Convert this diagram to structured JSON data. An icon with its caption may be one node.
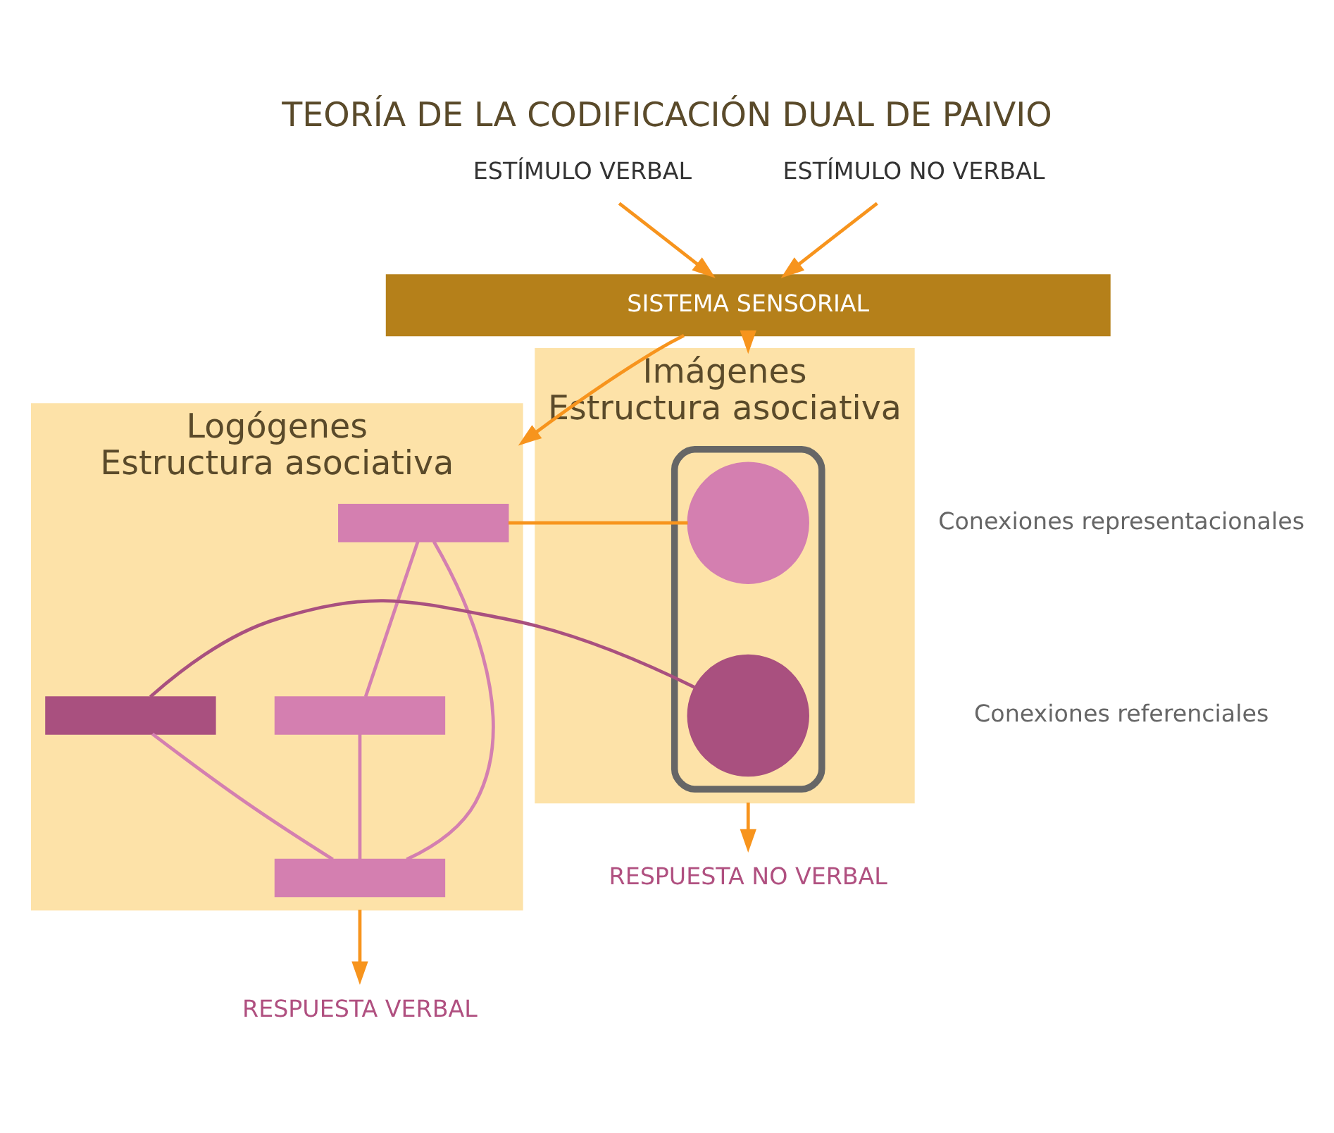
{
  "diagram": {
    "title": "TEORÍA DE LA CODIFICACIÓN DUAL DE PAIVIO",
    "nodes": [
      {
        "text": [
          "ESTÍMULO VERBAL"
        ]
      },
      {
        "text": [
          "ESTÍMULO NO VERBAL"
        ]
      },
      {
        "text": [
          "SISTEMA SENSORIAL"
        ]
      },
      {
        "text": [
          "Logógenes",
          "Estructura asociativa"
        ]
      },
      {
        "text": [],
        "shape": "box",
        "in": 3
      },
      {
        "text": [],
        "shape": "box",
        "in": 3
      },
      {
        "text": [],
        "shape": "box",
        "in": 3
      },
      {
        "text": [],
        "shape": "box",
        "in": 3
      },
      {
        "text": [
          "Imágenes",
          "Estructura asociativa"
        ]
      },
      {
        "text": [],
        "shape": "ellipse",
        "in": 8
      },
      {
        "text": [],
        "shape": "circle",
        "in": 9
      },
      {
        "text": [],
        "shape": "circle",
        "in": 9
      },
      {
        "text": [
          "RESPUESTA VERBAL"
        ]
      },
      {
        "text": [
          "RESPUESTA NO VERBAL"
        ]
      }
    ],
    "edges": [
      {
        "from": 0,
        "to": 2,
        "arrow": "to"
      },
      {
        "from": 1,
        "to": 2,
        "arrow": "to"
      },
      {
        "from": 2,
        "to": 3,
        "arrow": "to"
      },
      {
        "from": 2,
        "to": 8,
        "arrow": "to"
      },
      {
        "from": 4,
        "to": 5,
        "arrow": "none",
        "color": "#d47fb0"
      },
      {
        "from": 4,
        "to": 7,
        "arrow": "none",
        "color": "#d47fb0"
      },
      {
        "from": 5,
        "to": 7,
        "arrow": "none",
        "color": "#d47fb0"
      },
      {
        "from": 6,
        "to": 7,
        "arrow": "none",
        "color": "#d47fb0"
      },
      {
        "from": 4,
        "to": 10,
        "arrow": "none"
      },
      {
        "from": 6,
        "to": 11,
        "arrow": "none",
        "color": "#a9507f"
      },
      {
        "from": 3,
        "to": 12,
        "arrow": "to"
      },
      {
        "from": 8,
        "to": 13,
        "arrow": "to"
      }
    ],
    "labels": [
      "Conexiones representacionales",
      "Conexiones referenciales"
    ]
  }
}
